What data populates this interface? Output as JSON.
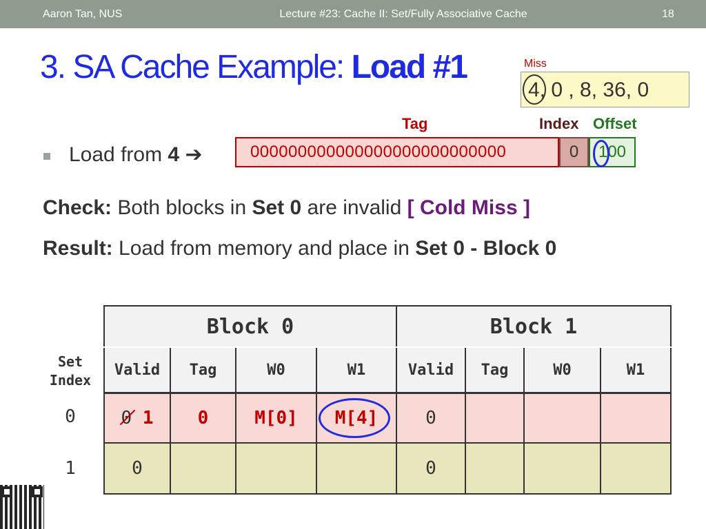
{
  "header": {
    "left": "Aaron Tan, NUS",
    "center": "Lecture #23: Cache II: Set/Fully Associative Cache",
    "page": "18"
  },
  "title": {
    "plain": "3. SA Cache Example: ",
    "bold": "Load #1"
  },
  "sequence": {
    "miss_label": "Miss",
    "values": "4, 0 , 8, 36, 0"
  },
  "address": {
    "tag_label": "Tag",
    "index_label": "Index",
    "offset_label": "Offset",
    "tag_bits": "000000000000000000000000000",
    "index_bit": "0",
    "offset_bits": "100"
  },
  "bullet": {
    "text": "Load from ",
    "value": "4",
    "arrow": "➔"
  },
  "check": {
    "label": "Check:",
    "text1": " Both blocks in ",
    "set": "Set 0",
    "text2": " are invalid ",
    "tag": "[ Cold Miss ]"
  },
  "result": {
    "label": "Result:",
    "text1": " Load from memory and place in ",
    "target": "Set 0 - Block 0"
  },
  "table": {
    "set_index_label": [
      "Set",
      "Index"
    ],
    "blocks": [
      "Block 0",
      "Block 1"
    ],
    "columns": [
      "Valid",
      "Tag",
      "W0",
      "W1",
      "Valid",
      "Tag",
      "W0",
      "W1"
    ],
    "rows": [
      {
        "index": "0",
        "b0_valid_old": "0",
        "b0_valid_new": "1",
        "b0_tag": "0",
        "b0_w0": "M[0]",
        "b0_w1": "M[4]",
        "b1_valid": "0"
      },
      {
        "index": "1",
        "b0_valid": "0",
        "b1_valid": "0"
      }
    ]
  },
  "colors": {
    "title": "#1f2be0",
    "red": "#c00000",
    "green": "#217a21",
    "purple": "#6b1b7b",
    "header_bg": "#8f9b8f"
  }
}
